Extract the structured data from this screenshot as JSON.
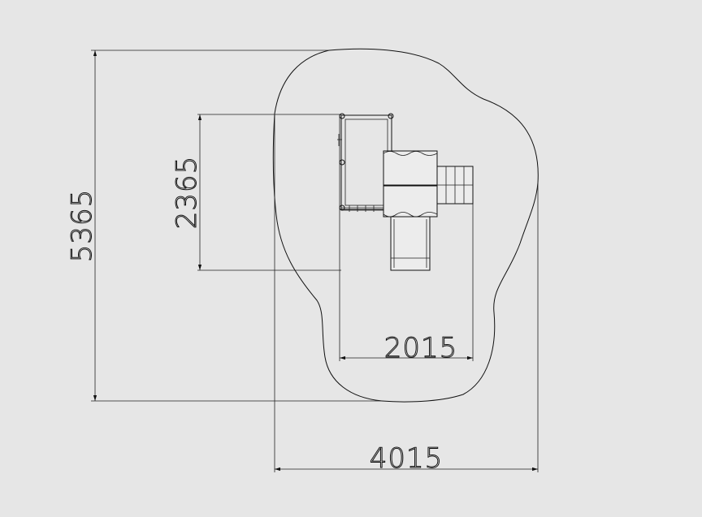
{
  "dimensions": {
    "overall_width": "4015",
    "overall_depth": "5365",
    "equipment_width": "2015",
    "equipment_depth": "2365"
  },
  "colors": {
    "background": "#e6e6e6",
    "line": "#111111"
  }
}
